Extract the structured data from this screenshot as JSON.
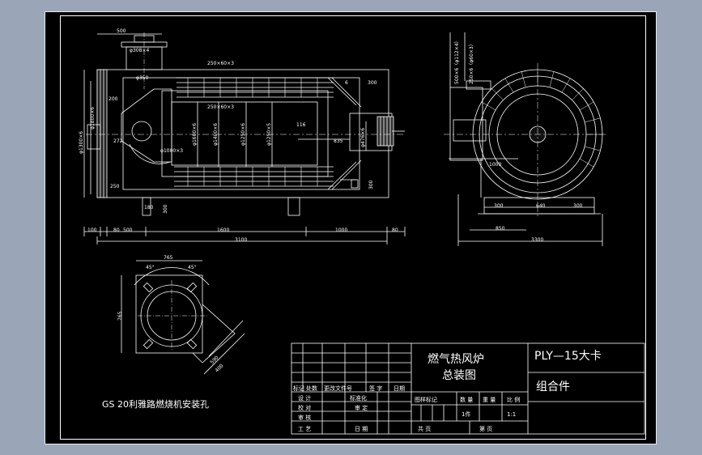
{
  "colors": {
    "background": "#9aa6b8",
    "sheet": "#000000",
    "line": "#ffffff"
  },
  "front_view": {
    "dims": {
      "top_500": "500",
      "flange_308": "φ308×4",
      "pipe_350": "φ350",
      "pipe_250x60": "250×60×3",
      "pipe_250x60_b": "250×60×3",
      "right_300": "300",
      "right_6": "6",
      "left_200": "200",
      "left_272": "272",
      "left_250": "250",
      "dia_1300": "φ1300×6",
      "dia_1800": "φ1800×6",
      "dia_1000": "φ1000×3",
      "dia_1600": "φ1600×6",
      "dia_1400": "φ1400×6",
      "dia_1250": "φ1250×6",
      "dia_1250b": "φ1250×5",
      "dia_476": "φ476×6",
      "m116": "116",
      "m835": "835",
      "foot_180": "180",
      "foot_300": "300",
      "foot_300b": "300",
      "bottom_100": "100",
      "bottom_80": "80",
      "bottom_500": "500",
      "bottom_1600": "1600",
      "bottom_1000": "1000",
      "bottom_80b": "80",
      "total_3100": "3100"
    }
  },
  "side_view": {
    "dims": {
      "v1": "500×6（φ112×4）",
      "v2": "250×6（φ60×3）",
      "w1000": "1000",
      "w300a": "300",
      "w640": "640",
      "w300b": "300",
      "w850": "850",
      "w3300": "3300"
    }
  },
  "plate_view": {
    "dims": {
      "w765": "765",
      "h765": "765",
      "a45a": "45°",
      "a45b": "45°",
      "d590": "590",
      "d400": "400"
    },
    "caption": "GS 20利雅路燃烧机安装孔"
  },
  "title_block": {
    "title_line1": "燃气热风炉",
    "title_line2": "总装图",
    "drawing_no": "PLY—15大卡",
    "part_name": "组合件",
    "rev_headers": [
      "标记",
      "处数",
      "更改文件号",
      "签 字",
      "日期"
    ],
    "left_rows": [
      "设 计",
      "校 对",
      "审 核",
      "工 艺"
    ],
    "mid_rows": [
      "标准化",
      "审 定",
      "",
      "日 期"
    ],
    "mid_headers": [
      "图样标记",
      "数 量",
      "重 量",
      "比 例"
    ],
    "pieces": "1件",
    "scale": "1:1",
    "sheets_total": "共    页",
    "sheet_no": "第    页"
  }
}
